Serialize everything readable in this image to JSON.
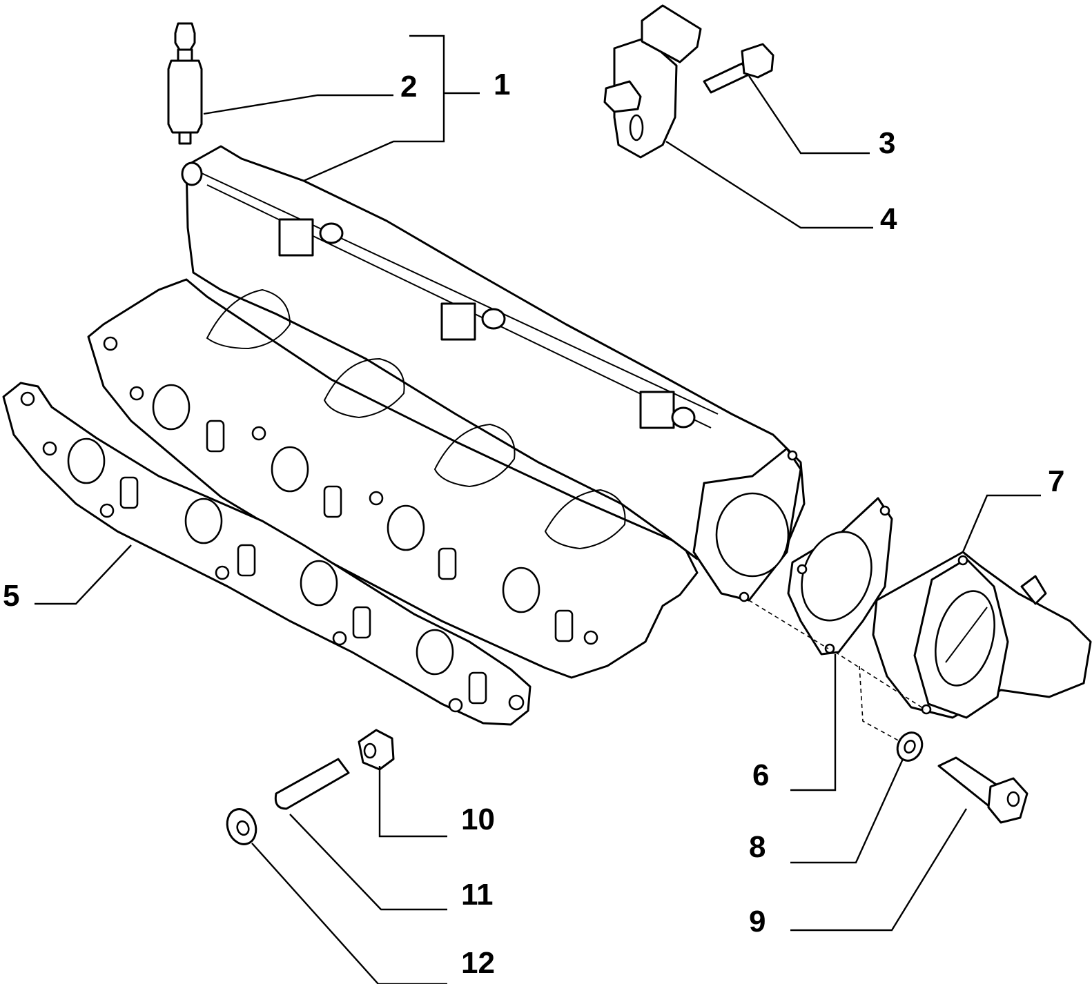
{
  "diagram": {
    "callouts": [
      {
        "id": "1",
        "label": "1"
      },
      {
        "id": "2",
        "label": "2"
      },
      {
        "id": "3",
        "label": "3"
      },
      {
        "id": "4",
        "label": "4"
      },
      {
        "id": "5",
        "label": "5"
      },
      {
        "id": "6",
        "label": "6"
      },
      {
        "id": "7",
        "label": "7"
      },
      {
        "id": "8",
        "label": "8"
      },
      {
        "id": "9",
        "label": "9"
      },
      {
        "id": "10",
        "label": "10"
      },
      {
        "id": "11",
        "label": "11"
      },
      {
        "id": "12",
        "label": "12"
      }
    ],
    "parts": [
      {
        "ref": "1",
        "icon": "intake-manifold-icon"
      },
      {
        "ref": "2",
        "icon": "breather-fitting-icon"
      },
      {
        "ref": "3",
        "icon": "flange-bolt-icon"
      },
      {
        "ref": "4",
        "icon": "pressure-sensor-icon"
      },
      {
        "ref": "5",
        "icon": "manifold-gasket-icon"
      },
      {
        "ref": "6",
        "icon": "throttle-gasket-icon"
      },
      {
        "ref": "7",
        "icon": "throttle-body-icon"
      },
      {
        "ref": "8",
        "icon": "washer-icon"
      },
      {
        "ref": "9",
        "icon": "socket-screw-icon"
      },
      {
        "ref": "10",
        "icon": "flange-nut-icon"
      },
      {
        "ref": "11",
        "icon": "stud-icon"
      },
      {
        "ref": "12",
        "icon": "washer-icon"
      }
    ],
    "colors": {
      "line": "#000000",
      "background": "#ffffff"
    }
  }
}
